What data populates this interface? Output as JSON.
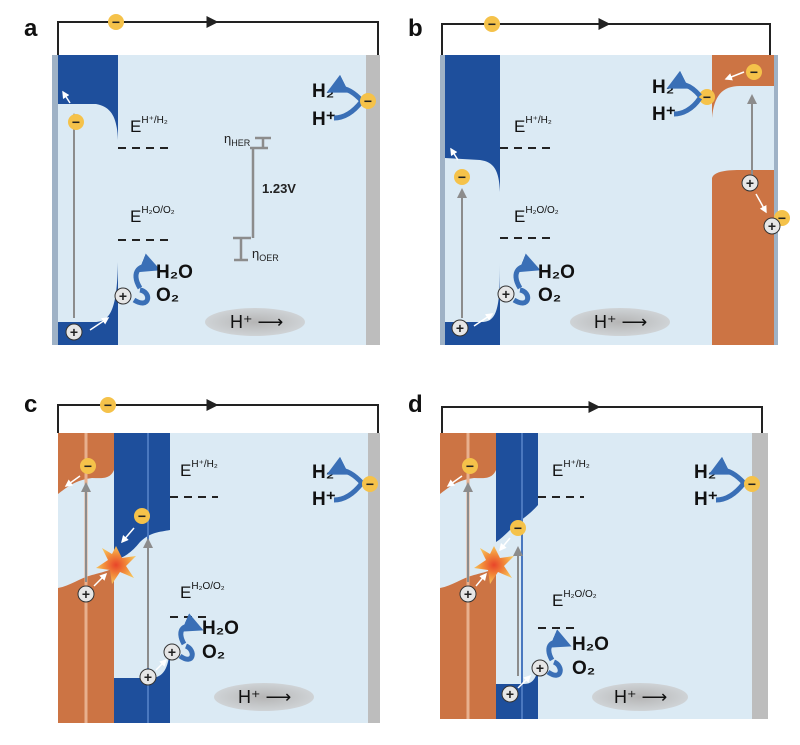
{
  "colors": {
    "n_type": "#1e4f9c",
    "p_type": "#cc7444",
    "electrolyte": "#dbeaf4",
    "metal": "#bdbdbd",
    "electron": "#f5c24a",
    "arrow_blue": "#3a6fb6",
    "burst": "#f2a642"
  },
  "panels": [
    {
      "label": "a"
    },
    {
      "label": "b"
    },
    {
      "label": "c"
    },
    {
      "label": "d"
    }
  ],
  "energy_levels": {
    "her_main": "E",
    "her_sup": "H⁺/H₂",
    "oer_main": "E",
    "oer_sup": "H₂O/O₂"
  },
  "overpotential": {
    "her_main": "η",
    "her_sub": "HER",
    "oer_main": "η",
    "oer_sub": "OER",
    "gap": "1.23V"
  },
  "species": {
    "h2": "H₂",
    "hplus": "H⁺",
    "h2o": "H₂O",
    "o2": "O₂",
    "proton_flow": "H⁺ ⟶"
  },
  "charges": {
    "electron": "−",
    "hole": "+"
  }
}
